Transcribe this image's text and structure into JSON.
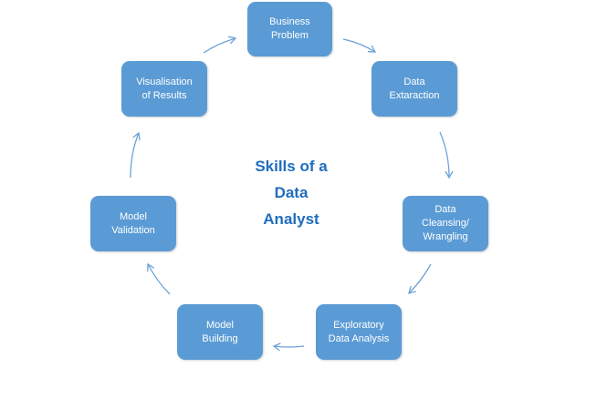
{
  "diagram": {
    "center_title_lines": [
      "Skills of a",
      "Data",
      "Analyst"
    ],
    "colors": {
      "node_fill": "#5b9bd5",
      "node_text": "#ffffff",
      "arrow": "#6ea2d8",
      "title": "#1f6dbe"
    },
    "nodes": [
      {
        "id": "business",
        "lines": [
          "Business",
          "Problem"
        ]
      },
      {
        "id": "extraction",
        "lines": [
          "Data",
          "Extaraction"
        ]
      },
      {
        "id": "cleansing",
        "lines": [
          "Data",
          "Cleansing/",
          "Wrangling"
        ]
      },
      {
        "id": "eda",
        "lines": [
          "Exploratory",
          "Data Analysis"
        ]
      },
      {
        "id": "building",
        "lines": [
          "Model",
          "Building"
        ]
      },
      {
        "id": "validation",
        "lines": [
          "Model",
          "Validation"
        ]
      },
      {
        "id": "visual",
        "lines": [
          "Visualisation",
          "of Results"
        ]
      }
    ],
    "edges": [
      [
        "business",
        "extraction"
      ],
      [
        "extraction",
        "cleansing"
      ],
      [
        "cleansing",
        "eda"
      ],
      [
        "eda",
        "building"
      ],
      [
        "building",
        "validation"
      ],
      [
        "validation",
        "visual"
      ],
      [
        "visual",
        "business"
      ]
    ]
  }
}
